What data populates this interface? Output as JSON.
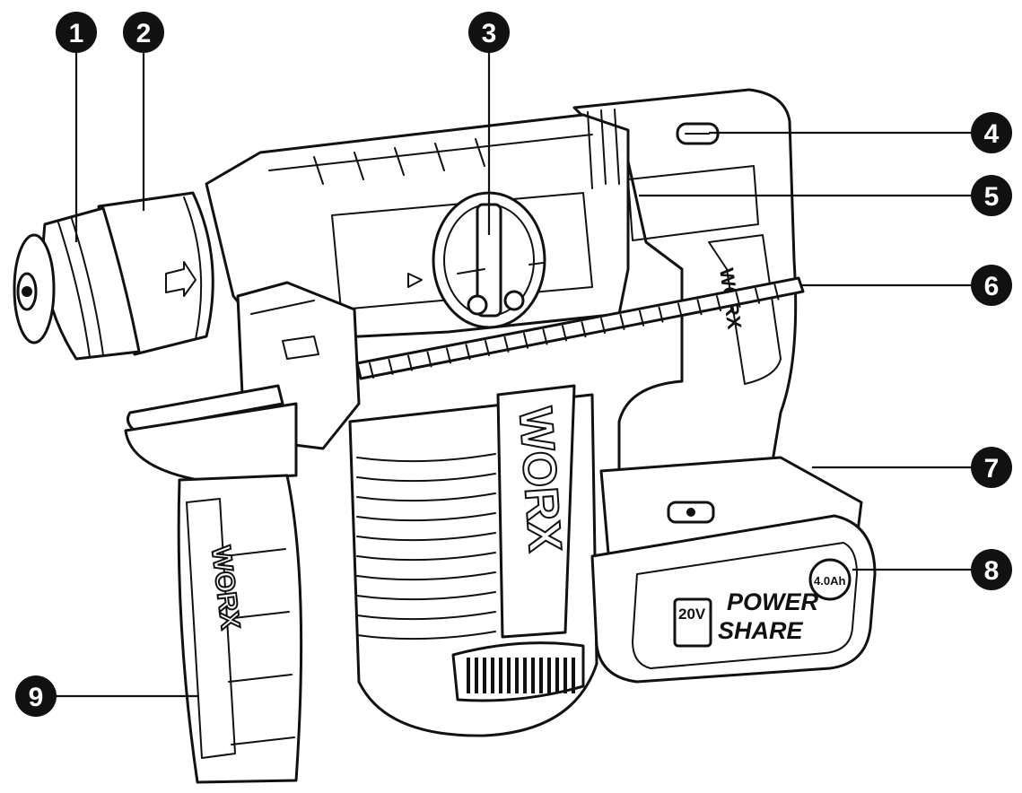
{
  "callouts": [
    {
      "number": "1"
    },
    {
      "number": "2"
    },
    {
      "number": "3"
    },
    {
      "number": "4"
    },
    {
      "number": "5"
    },
    {
      "number": "6"
    },
    {
      "number": "7"
    },
    {
      "number": "8"
    },
    {
      "number": "9"
    }
  ],
  "markings": {
    "body_brand": "WORX",
    "handle_brand": "WORX",
    "grip_brand": "WORX",
    "battery_brand_line1": "POWER",
    "battery_brand_line2": "SHARE",
    "battery_voltage": "20V",
    "battery_capacity": "4.0Ah"
  }
}
